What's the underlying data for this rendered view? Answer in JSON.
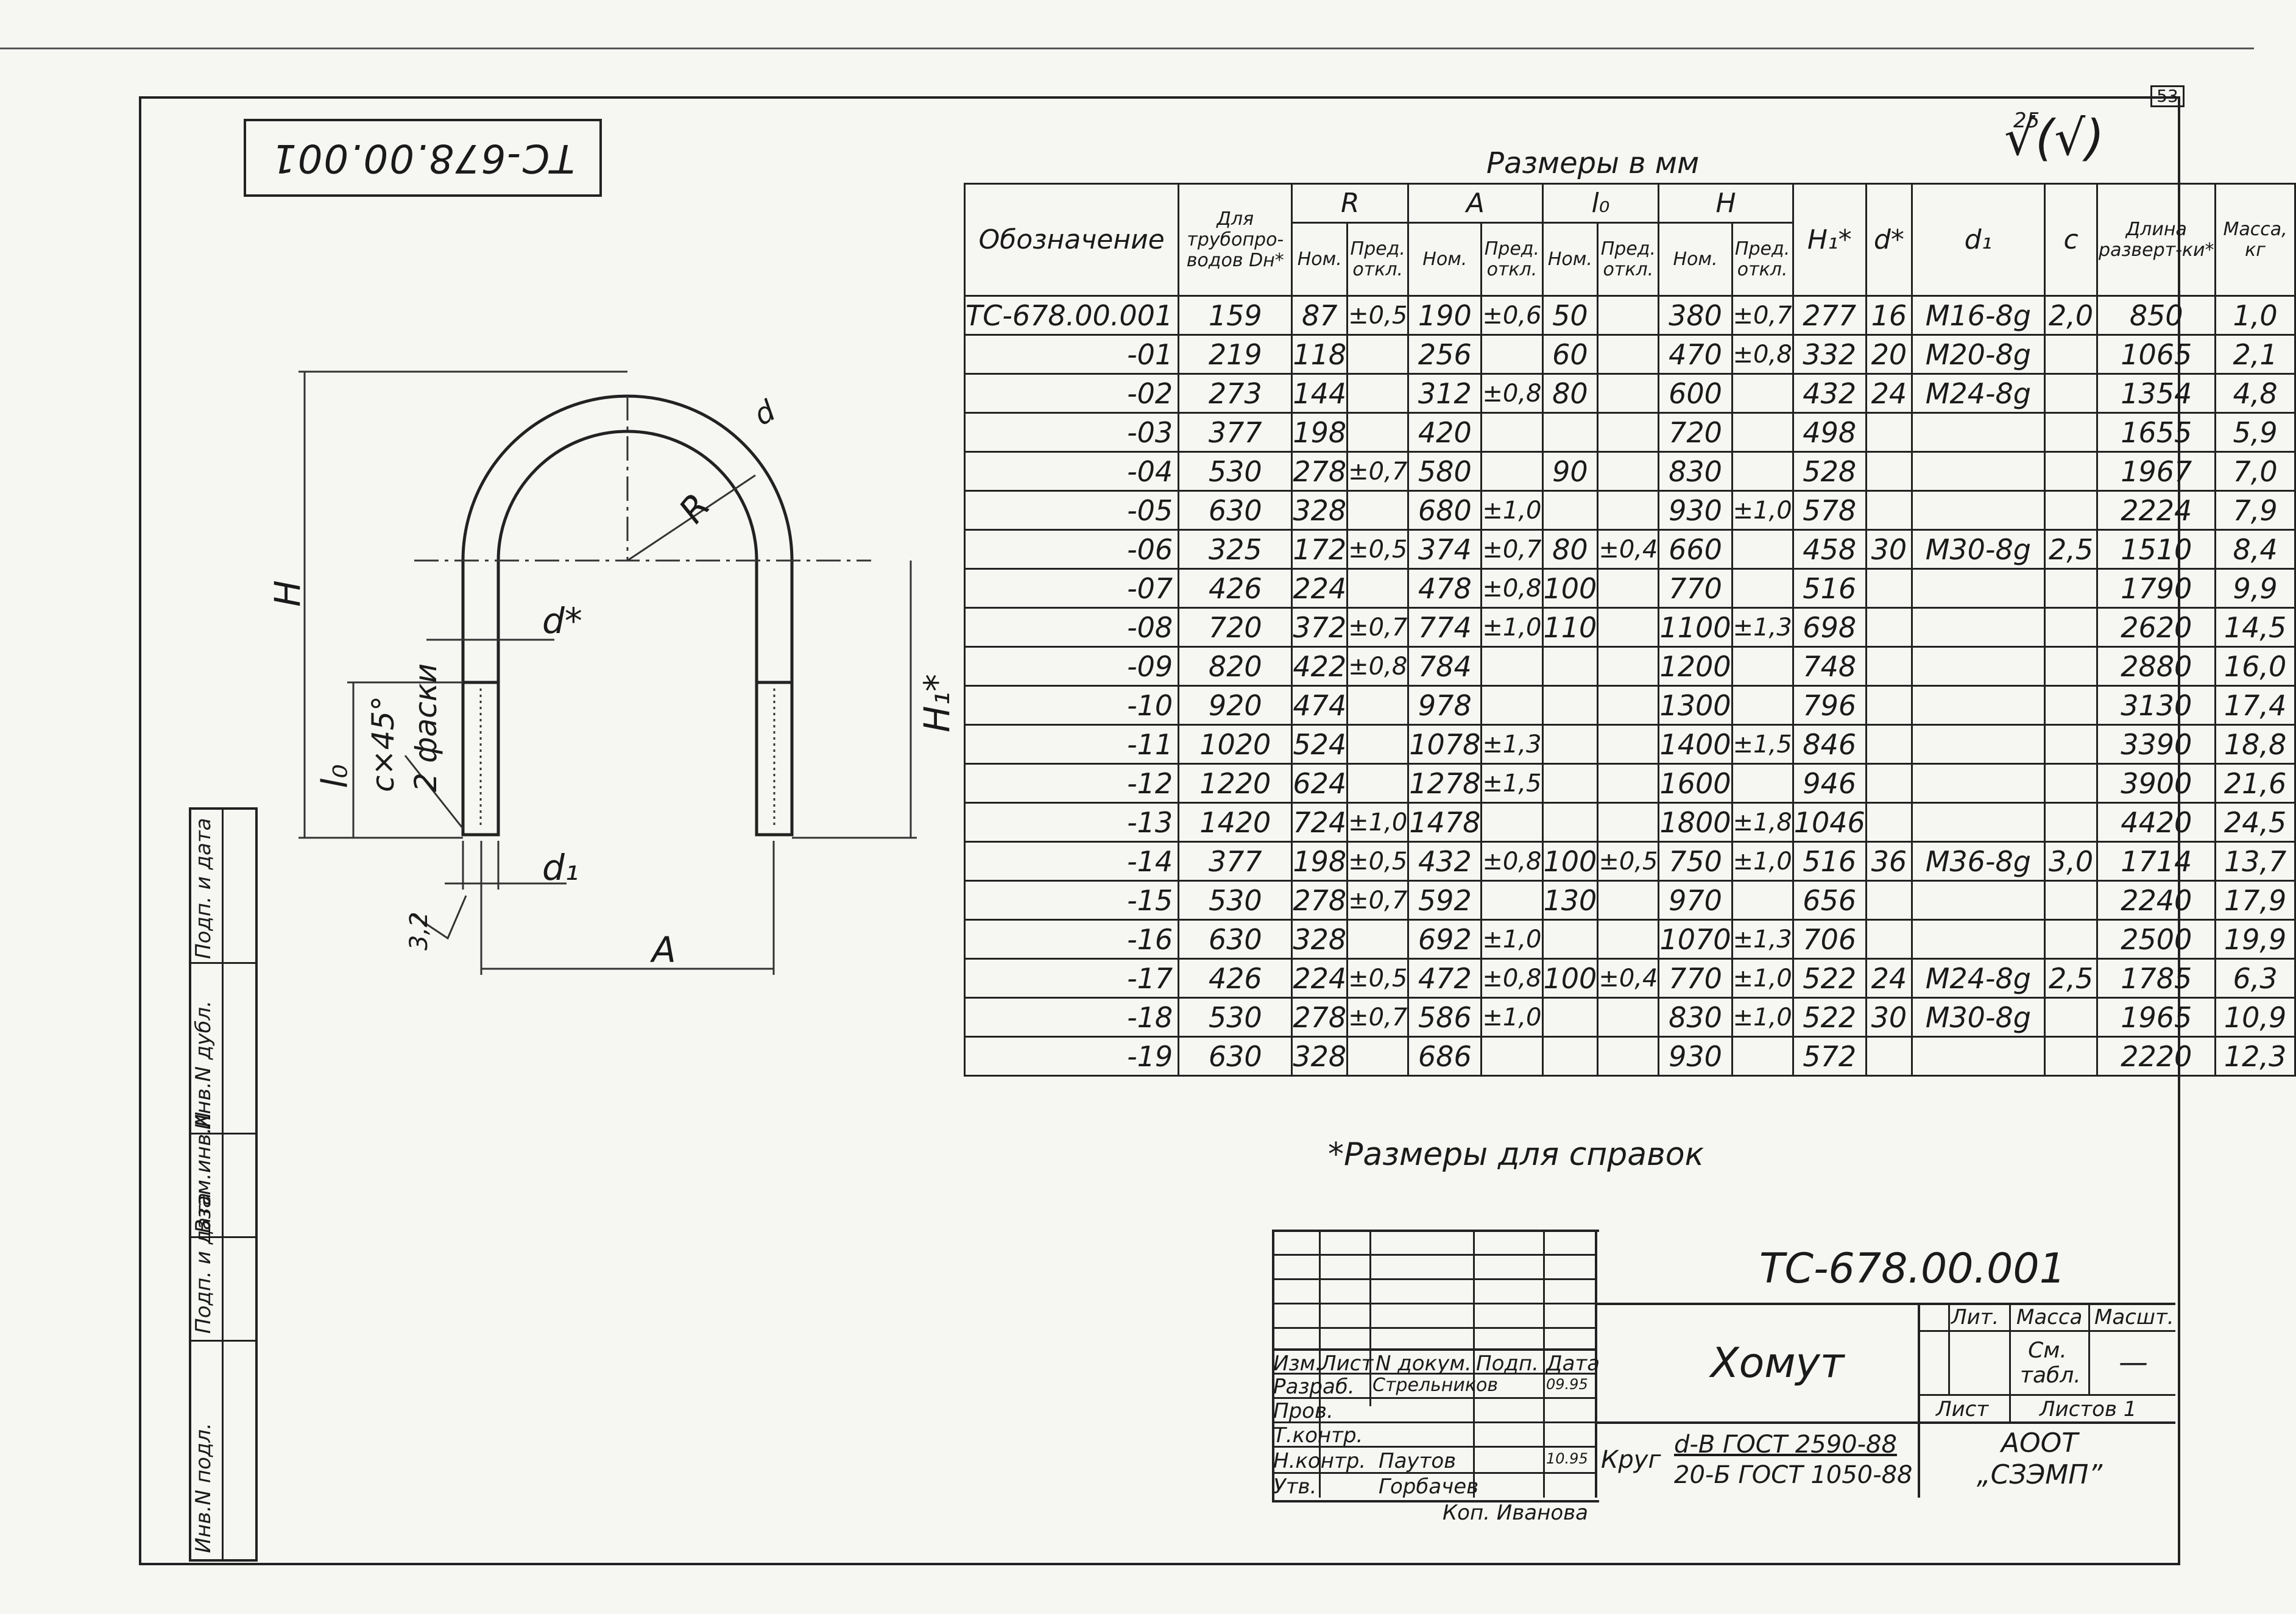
{
  "sheet_number": "53",
  "stamp_top_left": "ТС-678.00.001",
  "roughness": {
    "value": "25",
    "symbol": "√(√)"
  },
  "dimensions_caption": "Размеры в мм",
  "table": {
    "headers": {
      "designation": "Обозначение",
      "pipe_dn": "Для трубопро-водов Dн*",
      "R": "R",
      "A": "A",
      "l0": "l₀",
      "H": "H",
      "H1": "H₁*",
      "d": "d*",
      "d1": "d₁",
      "c": "c",
      "length": "Длина разверт-ки*",
      "mass": "Масса, кг",
      "nom": "Ном.",
      "tol": "Пред. откл."
    },
    "rows": [
      {
        "des": "ТС-678.00.001",
        "dn": "159",
        "r": "87",
        "r_t": "±0,5",
        "a": "190",
        "a_t": "±0,6",
        "l": "50",
        "l_t": "",
        "h": "380",
        "h_t": "±0,7",
        "h1": "277",
        "d": "16",
        "d1": "M16-8g",
        "c": "2,0",
        "len": "850",
        "m": "1,0"
      },
      {
        "des": "-01",
        "dn": "219",
        "r": "118",
        "r_t": "",
        "a": "256",
        "a_t": "",
        "l": "60",
        "l_t": "",
        "h": "470",
        "h_t": "±0,8",
        "h1": "332",
        "d": "20",
        "d1": "M20-8g",
        "c": "",
        "len": "1065",
        "m": "2,1"
      },
      {
        "des": "-02",
        "dn": "273",
        "r": "144",
        "r_t": "",
        "a": "312",
        "a_t": "±0,8",
        "l": "80",
        "l_t": "",
        "h": "600",
        "h_t": "",
        "h1": "432",
        "d": "24",
        "d1": "M24-8g",
        "c": "",
        "len": "1354",
        "m": "4,8"
      },
      {
        "des": "-03",
        "dn": "377",
        "r": "198",
        "r_t": "",
        "a": "420",
        "a_t": "",
        "l": "",
        "l_t": "",
        "h": "720",
        "h_t": "",
        "h1": "498",
        "d": "",
        "d1": "",
        "c": "",
        "len": "1655",
        "m": "5,9"
      },
      {
        "des": "-04",
        "dn": "530",
        "r": "278",
        "r_t": "±0,7",
        "a": "580",
        "a_t": "",
        "l": "90",
        "l_t": "",
        "h": "830",
        "h_t": "",
        "h1": "528",
        "d": "",
        "d1": "",
        "c": "",
        "len": "1967",
        "m": "7,0"
      },
      {
        "des": "-05",
        "dn": "630",
        "r": "328",
        "r_t": "",
        "a": "680",
        "a_t": "±1,0",
        "l": "",
        "l_t": "",
        "h": "930",
        "h_t": "±1,0",
        "h1": "578",
        "d": "",
        "d1": "",
        "c": "",
        "len": "2224",
        "m": "7,9"
      },
      {
        "des": "-06",
        "dn": "325",
        "r": "172",
        "r_t": "±0,5",
        "a": "374",
        "a_t": "±0,7",
        "l": "80",
        "l_t": "±0,4",
        "h": "660",
        "h_t": "",
        "h1": "458",
        "d": "30",
        "d1": "M30-8g",
        "c": "2,5",
        "len": "1510",
        "m": "8,4"
      },
      {
        "des": "-07",
        "dn": "426",
        "r": "224",
        "r_t": "",
        "a": "478",
        "a_t": "±0,8",
        "l": "100",
        "l_t": "",
        "h": "770",
        "h_t": "",
        "h1": "516",
        "d": "",
        "d1": "",
        "c": "",
        "len": "1790",
        "m": "9,9"
      },
      {
        "des": "-08",
        "dn": "720",
        "r": "372",
        "r_t": "±0,7",
        "a": "774",
        "a_t": "±1,0",
        "l": "110",
        "l_t": "",
        "h": "1100",
        "h_t": "±1,3",
        "h1": "698",
        "d": "",
        "d1": "",
        "c": "",
        "len": "2620",
        "m": "14,5"
      },
      {
        "des": "-09",
        "dn": "820",
        "r": "422",
        "r_t": "±0,8",
        "a": "784",
        "a_t": "",
        "l": "",
        "l_t": "",
        "h": "1200",
        "h_t": "",
        "h1": "748",
        "d": "",
        "d1": "",
        "c": "",
        "len": "2880",
        "m": "16,0"
      },
      {
        "des": "-10",
        "dn": "920",
        "r": "474",
        "r_t": "",
        "a": "978",
        "a_t": "",
        "l": "",
        "l_t": "",
        "h": "1300",
        "h_t": "",
        "h1": "796",
        "d": "",
        "d1": "",
        "c": "",
        "len": "3130",
        "m": "17,4"
      },
      {
        "des": "-11",
        "dn": "1020",
        "r": "524",
        "r_t": "",
        "a": "1078",
        "a_t": "±1,3",
        "l": "",
        "l_t": "",
        "h": "1400",
        "h_t": "±1,5",
        "h1": "846",
        "d": "",
        "d1": "",
        "c": "",
        "len": "3390",
        "m": "18,8"
      },
      {
        "des": "-12",
        "dn": "1220",
        "r": "624",
        "r_t": "",
        "a": "1278",
        "a_t": "±1,5",
        "l": "",
        "l_t": "",
        "h": "1600",
        "h_t": "",
        "h1": "946",
        "d": "",
        "d1": "",
        "c": "",
        "len": "3900",
        "m": "21,6"
      },
      {
        "des": "-13",
        "dn": "1420",
        "r": "724",
        "r_t": "±1,0",
        "a": "1478",
        "a_t": "",
        "l": "",
        "l_t": "",
        "h": "1800",
        "h_t": "±1,8",
        "h1": "1046",
        "d": "",
        "d1": "",
        "c": "",
        "len": "4420",
        "m": "24,5"
      },
      {
        "des": "-14",
        "dn": "377",
        "r": "198",
        "r_t": "±0,5",
        "a": "432",
        "a_t": "±0,8",
        "l": "100",
        "l_t": "±0,5",
        "h": "750",
        "h_t": "±1,0",
        "h1": "516",
        "d": "36",
        "d1": "M36-8g",
        "c": "3,0",
        "len": "1714",
        "m": "13,7"
      },
      {
        "des": "-15",
        "dn": "530",
        "r": "278",
        "r_t": "±0,7",
        "a": "592",
        "a_t": "",
        "l": "130",
        "l_t": "",
        "h": "970",
        "h_t": "",
        "h1": "656",
        "d": "",
        "d1": "",
        "c": "",
        "len": "2240",
        "m": "17,9"
      },
      {
        "des": "-16",
        "dn": "630",
        "r": "328",
        "r_t": "",
        "a": "692",
        "a_t": "±1,0",
        "l": "",
        "l_t": "",
        "h": "1070",
        "h_t": "±1,3",
        "h1": "706",
        "d": "",
        "d1": "",
        "c": "",
        "len": "2500",
        "m": "19,9"
      },
      {
        "des": "-17",
        "dn": "426",
        "r": "224",
        "r_t": "±0,5",
        "a": "472",
        "a_t": "±0,8",
        "l": "100",
        "l_t": "±0,4",
        "h": "770",
        "h_t": "±1,0",
        "h1": "522",
        "d": "24",
        "d1": "M24-8g",
        "c": "2,5",
        "len": "1785",
        "m": "6,3"
      },
      {
        "des": "-18",
        "dn": "530",
        "r": "278",
        "r_t": "±0,7",
        "a": "586",
        "a_t": "±1,0",
        "l": "",
        "l_t": "",
        "h": "830",
        "h_t": "±1,0",
        "h1": "522",
        "d": "30",
        "d1": "M30-8g",
        "c": "",
        "len": "1965",
        "m": "10,9"
      },
      {
        "des": "-19",
        "dn": "630",
        "r": "328",
        "r_t": "",
        "a": "686",
        "a_t": "",
        "l": "",
        "l_t": "",
        "h": "930",
        "h_t": "",
        "h1": "572",
        "d": "",
        "d1": "",
        "c": "",
        "len": "2220",
        "m": "12,3"
      }
    ]
  },
  "reference_note": "*Размеры для справок",
  "drawing_labels": {
    "H": "H",
    "R": "R",
    "d_star": "d*",
    "l0": "l₀",
    "H1": "H₁*",
    "chamfer": "c×45°",
    "chamfer2": "2 фаски",
    "d1": "d₁",
    "A": "A",
    "roughness_small": "3,2",
    "d_bend": "d"
  },
  "title_block": {
    "doc_number": "ТС-678.00.001",
    "part_name": "Хомут",
    "material_line1": "d-В ГОСТ 2590-88",
    "material_line2": "20-Б ГОСТ 1050-88",
    "material_prefix": "Круг",
    "col_lit": "Лит.",
    "col_mass": "Масса",
    "col_scale": "Масшт.",
    "mass_value": "См. табл.",
    "scale_value": "—",
    "sheet": "Лист",
    "sheets": "Листов 1",
    "org": "АООТ „СЗЭМП”",
    "hdr_izm": "Изм.",
    "hdr_list": "Лист",
    "hdr_ndok": "N докум.",
    "hdr_podp": "Подп.",
    "hdr_data": "Дата",
    "role_razrab": "Разраб.",
    "name_razrab": "Стрельников",
    "date_razrab": "09.95",
    "role_prov": "Пров.",
    "role_tkontr": "Т.контр.",
    "role_nkontr": "Н.контр.",
    "name_nkontr": "Паутов",
    "date_nkontr": "10.95",
    "role_utv": "Утв.",
    "name_utv": "Горбачев",
    "copy": "Коп. Иванова"
  },
  "left_strip": [
    "Инв.N подл.",
    "Подп. и дата",
    "Взам.инв.N",
    "Инв.N дубл.",
    "Подп. и дата"
  ]
}
